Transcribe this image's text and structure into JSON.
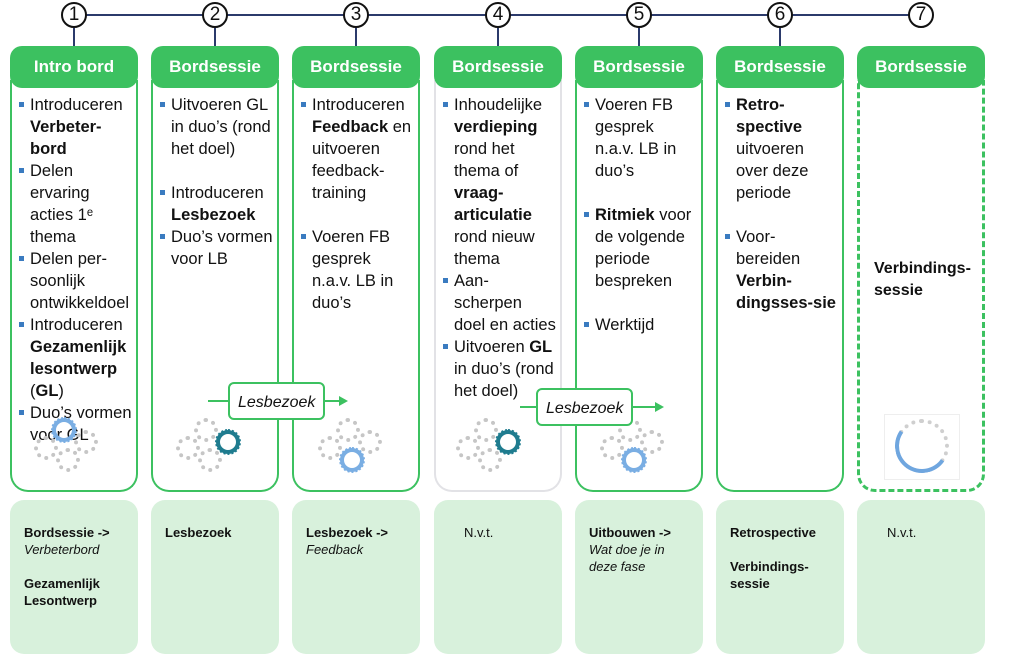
{
  "steps": [
    "1",
    "2",
    "3",
    "4",
    "5",
    "6",
    "7"
  ],
  "columns": [
    {
      "header": "Intro bord",
      "items": [
        {
          "parts": [
            {
              "t": "Introduceren ",
              "b": false
            },
            {
              "t": "Verbeter-bord",
              "b": true
            }
          ]
        },
        {
          "parts": [
            {
              "t": "Delen ervaring acties 1ᵉ thema",
              "b": false
            }
          ]
        },
        {
          "parts": [
            {
              "t": "Delen per-soonlijk ontwikkeldoel",
              "b": false
            }
          ]
        },
        {
          "parts": [
            {
              "t": "Introduceren ",
              "b": false
            },
            {
              "t": "Gezamenlijk lesontwerp",
              "b": true
            },
            {
              "t": " (",
              "b": false
            },
            {
              "t": "GL",
              "b": true
            },
            {
              "t": ")",
              "b": false
            }
          ]
        },
        {
          "parts": [
            {
              "t": "Duo’s vormen voor GL",
              "b": false
            }
          ]
        }
      ],
      "note": [
        {
          "t": "Bordsessie ->",
          "s": "b"
        },
        {
          "t": "Verbeterbord",
          "s": "i"
        },
        {
          "t": "",
          "s": "sp"
        },
        {
          "t": "Gezamenlijk",
          "s": "b"
        },
        {
          "t": "Lesontwerp",
          "s": "b"
        }
      ]
    },
    {
      "header": "Bordsessie",
      "items": [
        {
          "parts": [
            {
              "t": "Uitvoeren GL in duo’s (rond het doel)",
              "b": false
            }
          ]
        },
        {
          "gap": true,
          "parts": [
            {
              "t": "Introduceren ",
              "b": false
            },
            {
              "t": "Lesbezoek",
              "b": true
            }
          ]
        },
        {
          "parts": [
            {
              "t": "Duo’s vormen voor LB",
              "b": false
            }
          ]
        }
      ],
      "note": [
        {
          "t": "Lesbezoek",
          "s": "b"
        }
      ]
    },
    {
      "header": "Bordsessie",
      "items": [
        {
          "parts": [
            {
              "t": "Introduceren ",
              "b": false
            },
            {
              "t": "Feedback",
              "b": true
            },
            {
              "t": " en uitvoeren feedback-training",
              "b": false
            }
          ]
        },
        {
          "gap": true,
          "parts": [
            {
              "t": "Voeren FB gesprek n.a.v. LB in duo’s",
              "b": false
            }
          ]
        }
      ],
      "note": [
        {
          "t": "Lesbezoek ->",
          "s": "b"
        },
        {
          "t": "Feedback",
          "s": "i"
        }
      ]
    },
    {
      "header": "Bordsessie",
      "items": [
        {
          "parts": [
            {
              "t": "Inhoudelijke ",
              "b": false
            },
            {
              "t": "verdieping",
              "b": true
            },
            {
              "t": " rond het thema of ",
              "b": false
            },
            {
              "t": "vraag-articulatie",
              "b": true
            },
            {
              "t": " rond nieuw thema",
              "b": false
            }
          ]
        },
        {
          "parts": [
            {
              "t": "Aan-scherpen doel en acties",
              "b": false
            }
          ]
        },
        {
          "parts": [
            {
              "t": "Uitvoeren ",
              "b": false
            },
            {
              "t": "GL",
              "b": true
            },
            {
              "t": " in duo’s (rond het doel)",
              "b": false
            }
          ]
        }
      ],
      "note": [
        {
          "t": "N.v.t.",
          "s": "plain"
        }
      ]
    },
    {
      "header": "Bordsessie",
      "items": [
        {
          "parts": [
            {
              "t": "Voeren FB gesprek n.a.v. LB in duo’s",
              "b": false
            }
          ]
        },
        {
          "gap": true,
          "parts": [
            {
              "t": "Ritmiek",
              "b": true
            },
            {
              "t": " voor de volgende periode bespreken",
              "b": false
            }
          ]
        },
        {
          "gap": true,
          "parts": [
            {
              "t": "Werktijd",
              "b": false
            }
          ]
        }
      ],
      "note": [
        {
          "t": "Uitbouwen ->",
          "s": "b"
        },
        {
          "t": "Wat doe je in deze fase",
          "s": "i"
        }
      ]
    },
    {
      "header": "Bordsessie",
      "items": [
        {
          "parts": [
            {
              "t": "Retro-spective",
              "b": true
            },
            {
              "t": " uitvoeren over deze periode",
              "b": false
            }
          ]
        },
        {
          "gap": true,
          "parts": [
            {
              "t": "Voor-bereiden ",
              "b": false
            },
            {
              "t": "Verbin-dingsses-sie",
              "b": true
            }
          ]
        }
      ],
      "note": [
        {
          "t": "Retrospective",
          "s": "b"
        },
        {
          "t": "",
          "s": "sp"
        },
        {
          "t": "Verbindings-sessie",
          "s": "b"
        }
      ]
    },
    {
      "header": "Bordsessie",
      "center_text": "Verbindings-sessie",
      "note": [
        {
          "t": "N.v.t.",
          "s": "plain"
        }
      ]
    }
  ],
  "lesbezoek_label": "Lesbezoek",
  "colors": {
    "green": "#3cc160",
    "note_bg": "#d8f1dc",
    "timeline": "#2b3a6b",
    "bullet": "#3a7bc0",
    "teal_gear": "#1f7c8f",
    "blue_gear": "#7aaee3"
  }
}
